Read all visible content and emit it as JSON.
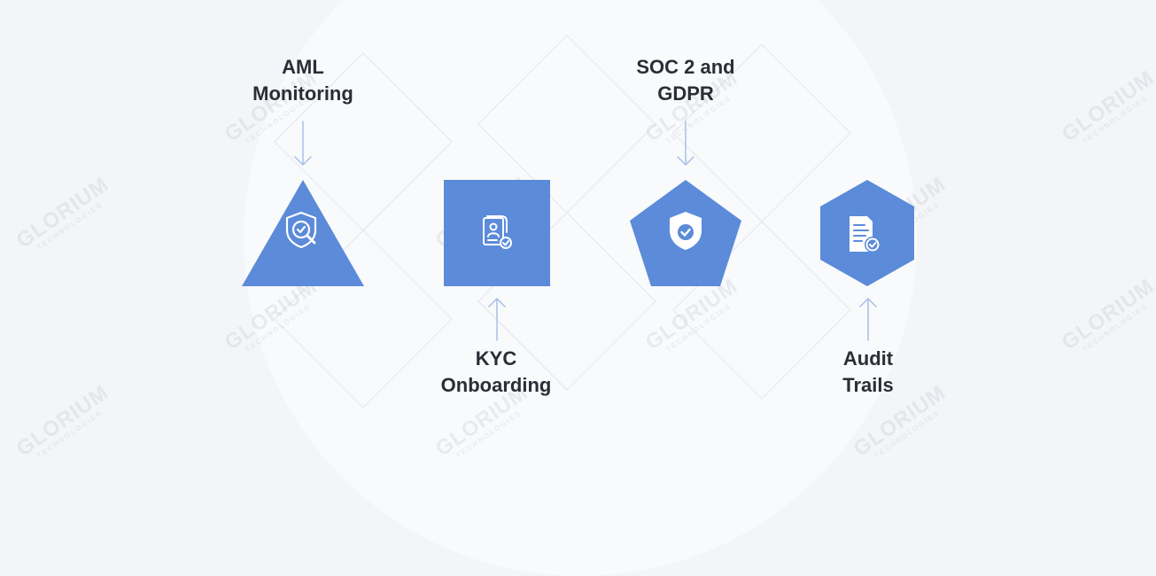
{
  "theme": {
    "shape_color": "#5b8bd9",
    "arrow_color": "#a9bfe6",
    "text_color": "#2b2e36"
  },
  "items": [
    {
      "label": "AML\nMonitoring",
      "shape": "triangle",
      "icon": "shield-search-icon"
    },
    {
      "label": "KYC\nOnboarding",
      "shape": "square",
      "icon": "id-document-check-icon"
    },
    {
      "label": "SOC 2 and\nGDPR",
      "shape": "pentagon",
      "icon": "shield-check-icon"
    },
    {
      "label": "Audit\nTrails",
      "shape": "hexagon",
      "icon": "document-check-icon"
    }
  ],
  "watermark": {
    "brand": "GLORIUM",
    "sub": "TECHNOLOGIES"
  }
}
